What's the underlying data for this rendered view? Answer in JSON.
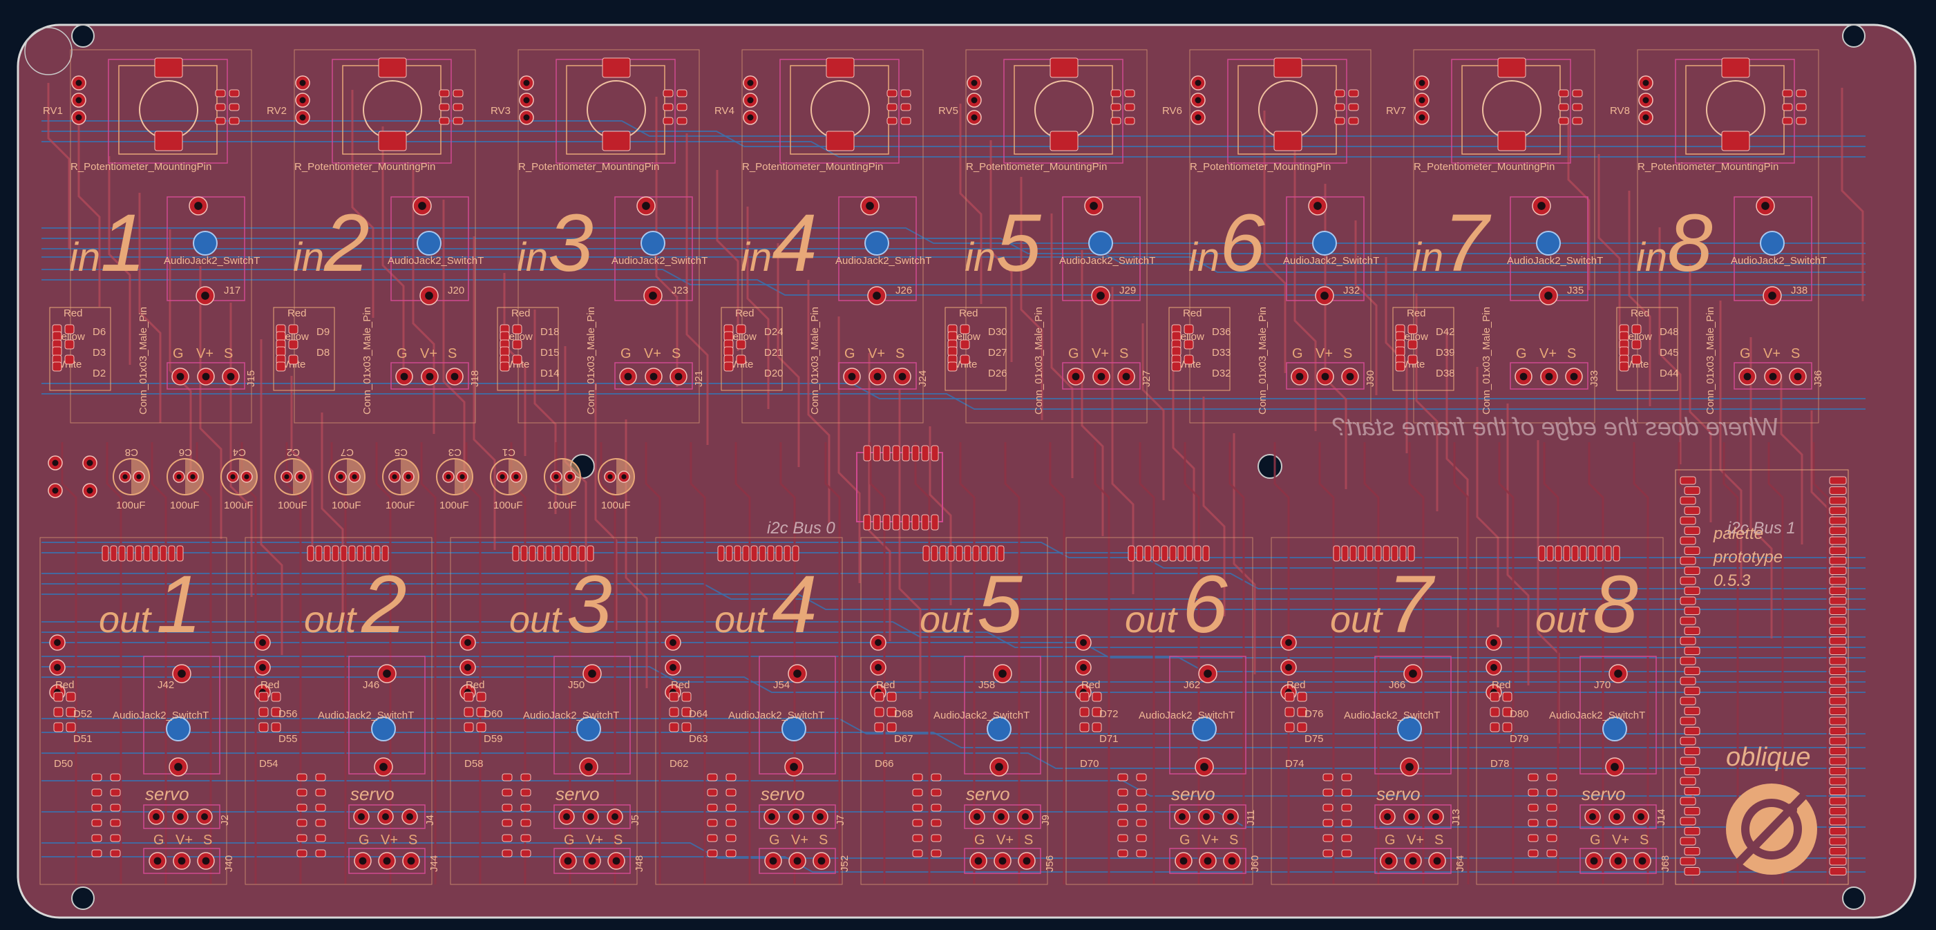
{
  "board": {
    "colors": {
      "background": "#081425",
      "board_fill": "#7a3a4e",
      "edge_cuts": "#d8d8d8",
      "copper_front": "#b24a5a",
      "copper_back": "#3e6ea8",
      "silkscreen": "#e8a878",
      "pad": "#c0202a",
      "courtyard": "#d04a90"
    },
    "input_modules": [
      {
        "pot": "RV1",
        "big_label_prefix": "in",
        "big_label_num": "1",
        "jack": "J17",
        "jack_ref": "J17",
        "header": "J15",
        "leds": [
          "D6",
          "D3",
          "D2"
        ]
      },
      {
        "pot": "RV2",
        "big_label_prefix": "in",
        "big_label_num": "2",
        "jack": "J20",
        "jack_ref": "J20",
        "header": "J18",
        "leds": [
          "D9",
          "D8"
        ]
      },
      {
        "pot": "RV3",
        "big_label_prefix": "in",
        "big_label_num": "3",
        "jack": "J23",
        "jack_ref": "J23",
        "header": "J21",
        "leds": [
          "D18",
          "D15",
          "D14"
        ]
      },
      {
        "pot": "RV4",
        "big_label_prefix": "in",
        "big_label_num": "4",
        "jack": "J26",
        "jack_ref": "J26",
        "header": "J24",
        "leds": [
          "D24",
          "D21",
          "D20"
        ]
      },
      {
        "pot": "RV5",
        "big_label_prefix": "in",
        "big_label_num": "5",
        "jack": "J29",
        "jack_ref": "J29",
        "header": "J27",
        "leds": [
          "D30",
          "D27",
          "D26"
        ]
      },
      {
        "pot": "RV6",
        "big_label_prefix": "in",
        "big_label_num": "6",
        "jack": "J32",
        "jack_ref": "J32",
        "header": "J30",
        "leds": [
          "D36",
          "D33",
          "D32"
        ]
      },
      {
        "pot": "RV7",
        "big_label_prefix": "in",
        "big_label_num": "7",
        "jack": "J35",
        "jack_ref": "J35",
        "header": "J33",
        "leds": [
          "D42",
          "D39",
          "D38"
        ]
      },
      {
        "pot": "RV8",
        "big_label_prefix": "in",
        "big_label_num": "8",
        "jack": "J38",
        "jack_ref": "J38",
        "header": "J36",
        "leds": [
          "D48",
          "D45",
          "D44"
        ]
      }
    ],
    "output_modules": [
      {
        "big_label_prefix": "out",
        "big_label_num": "1",
        "jack": "J42",
        "servo_header": "J2",
        "header": "J40",
        "leds": [
          "D52",
          "D51",
          "D50"
        ]
      },
      {
        "big_label_prefix": "out",
        "big_label_num": "2",
        "jack": "J46",
        "servo_header": "J4",
        "header": "J44",
        "leds": [
          "D56",
          "D55",
          "D54"
        ]
      },
      {
        "big_label_prefix": "out",
        "big_label_num": "3",
        "jack": "J50",
        "servo_header": "J5",
        "header": "J48",
        "leds": [
          "D60",
          "D59",
          "D58"
        ]
      },
      {
        "big_label_prefix": "out",
        "big_label_num": "4",
        "jack": "J54",
        "servo_header": "J7",
        "header": "J52",
        "leds": [
          "D64",
          "D63",
          "D62"
        ]
      },
      {
        "big_label_prefix": "out",
        "big_label_num": "5",
        "jack": "J58",
        "servo_header": "J9",
        "header": "J56",
        "leds": [
          "D68",
          "D67",
          "D66"
        ]
      },
      {
        "big_label_prefix": "out",
        "big_label_num": "6",
        "jack": "J62",
        "servo_header": "J11",
        "header": "J60",
        "leds": [
          "D72",
          "D71",
          "D70"
        ]
      },
      {
        "big_label_prefix": "out",
        "big_label_num": "7",
        "jack": "J66",
        "servo_header": "J13",
        "header": "J64",
        "leds": [
          "D76",
          "D75",
          "D74"
        ]
      },
      {
        "big_label_prefix": "out",
        "big_label_num": "8",
        "jack": "J70",
        "servo_header": "J14",
        "header": "J68",
        "leds": [
          "D80",
          "D79",
          "D78"
        ]
      }
    ],
    "labels": {
      "pot_footprint": "R_Potentiometer_MountingPin",
      "jack_footprint": "AudioJack2_SwitchT",
      "header_footprint": "Conn_01x03_Male_Pin",
      "led_red": "Red",
      "led_yellow": "Yellow",
      "led_white": "White",
      "pin_g": "G",
      "pin_vplus": "V+",
      "pin_s": "S",
      "servo": "servo",
      "cap_value": "100uF",
      "i2c_bus0": "i2c Bus 0",
      "i2c_bus1": "i2c Bus 1",
      "frame_note": "Where does the edge of the frame start?",
      "palette_line1": "palette",
      "palette_line2": "prototype",
      "palette_line3": "0.5.3",
      "brand": "oblique"
    },
    "capacitors": [
      "C8",
      "C6",
      "C4",
      "C2",
      "C7",
      "C5",
      "C3",
      "C1"
    ]
  }
}
